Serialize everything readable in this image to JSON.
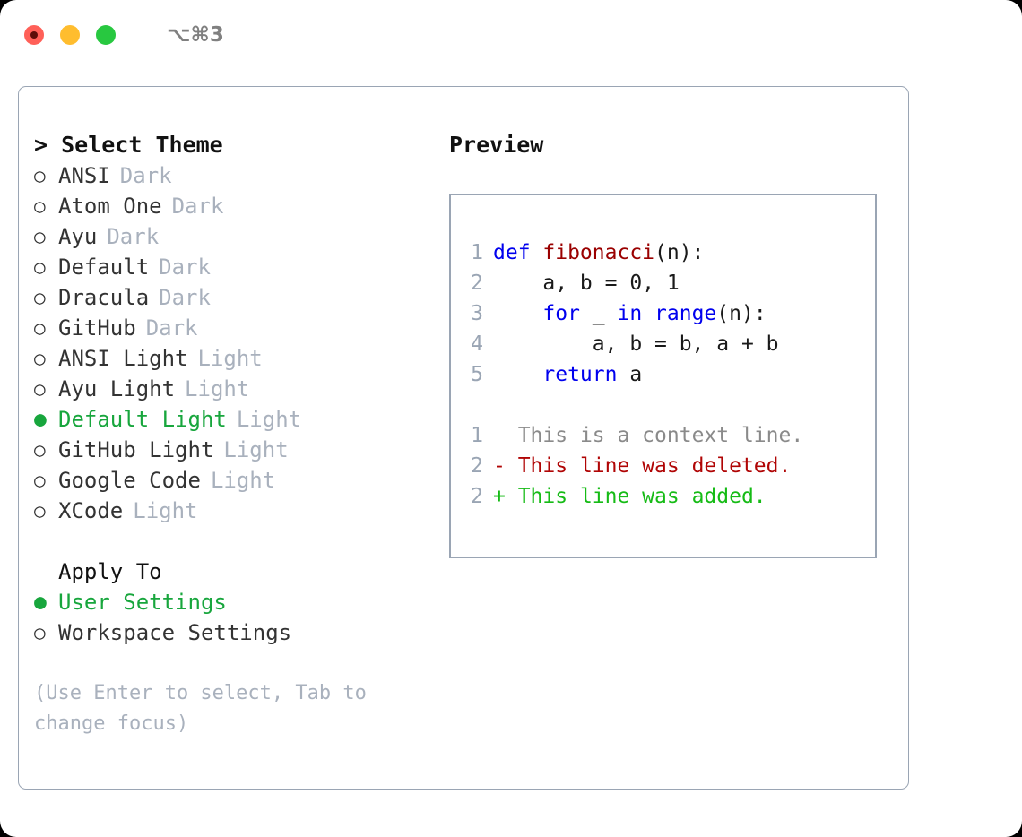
{
  "window": {
    "shortcut": "⌥⌘3",
    "traffic_lights": [
      {
        "name": "close-button",
        "color": "#FF6058"
      },
      {
        "name": "minimize-button",
        "color": "#FFBD2E"
      },
      {
        "name": "maximize-button",
        "color": "#28C840"
      }
    ]
  },
  "theme_selector": {
    "header": "> Select Theme",
    "items": [
      {
        "bullet": "○",
        "label": "ANSI",
        "variant": "Dark",
        "selected": false
      },
      {
        "bullet": "○",
        "label": "Atom One",
        "variant": "Dark",
        "selected": false
      },
      {
        "bullet": "○",
        "label": "Ayu",
        "variant": "Dark",
        "selected": false
      },
      {
        "bullet": "○",
        "label": "Default",
        "variant": "Dark",
        "selected": false
      },
      {
        "bullet": "○",
        "label": "Dracula",
        "variant": "Dark",
        "selected": false
      },
      {
        "bullet": "○",
        "label": "GitHub",
        "variant": "Dark",
        "selected": false
      },
      {
        "bullet": "○",
        "label": "ANSI Light",
        "variant": "Light",
        "selected": false
      },
      {
        "bullet": "○",
        "label": "Ayu Light",
        "variant": "Light",
        "selected": false
      },
      {
        "bullet": "●",
        "label": "Default Light",
        "variant": "Light",
        "selected": true
      },
      {
        "bullet": "○",
        "label": "GitHub Light",
        "variant": "Light",
        "selected": false
      },
      {
        "bullet": "○",
        "label": "Google Code",
        "variant": "Light",
        "selected": false
      },
      {
        "bullet": "○",
        "label": "XCode",
        "variant": "Light",
        "selected": false
      }
    ]
  },
  "apply_to": {
    "header": "Apply To",
    "items": [
      {
        "bullet": "●",
        "label": "User Settings",
        "selected": true
      },
      {
        "bullet": "○",
        "label": "Workspace Settings",
        "selected": false
      }
    ]
  },
  "hint": "(Use Enter to select, Tab to change focus)",
  "preview": {
    "title": "Preview",
    "code_lines": [
      {
        "no": "1",
        "tokens": [
          {
            "t": "def ",
            "c": "kw"
          },
          {
            "t": "fibonacci",
            "c": "fn"
          },
          {
            "t": "(n):",
            "c": "def"
          }
        ]
      },
      {
        "no": "2",
        "tokens": [
          {
            "t": "    a, b = 0, 1",
            "c": "def"
          }
        ]
      },
      {
        "no": "3",
        "tokens": [
          {
            "t": "    ",
            "c": "def"
          },
          {
            "t": "for",
            "c": "kw"
          },
          {
            "t": " _ ",
            "c": "def"
          },
          {
            "t": "in",
            "c": "kw"
          },
          {
            "t": " ",
            "c": "def"
          },
          {
            "t": "range",
            "c": "kw"
          },
          {
            "t": "(n):",
            "c": "def"
          }
        ]
      },
      {
        "no": "4",
        "tokens": [
          {
            "t": "        a, b = b, a + b",
            "c": "def"
          }
        ]
      },
      {
        "no": "5",
        "tokens": [
          {
            "t": "    ",
            "c": "def"
          },
          {
            "t": "return",
            "c": "kw"
          },
          {
            "t": " a",
            "c": "def"
          }
        ]
      }
    ],
    "diff_lines": [
      {
        "no": "1",
        "marker": " ",
        "text": " This is a context line.",
        "kind": "ctx"
      },
      {
        "no": "2",
        "marker": "-",
        "text": " This line was deleted.",
        "kind": "del"
      },
      {
        "no": "2",
        "marker": "+",
        "text": " This line was added.",
        "kind": "add"
      }
    ]
  },
  "colors": {
    "accent_green": "#18a63d",
    "muted": "#a9b1bd",
    "border": "#9aa5b4",
    "keyword": "#0000ee",
    "function": "#9a0000",
    "diff_add": "#16bb16",
    "diff_del": "#b00505"
  }
}
